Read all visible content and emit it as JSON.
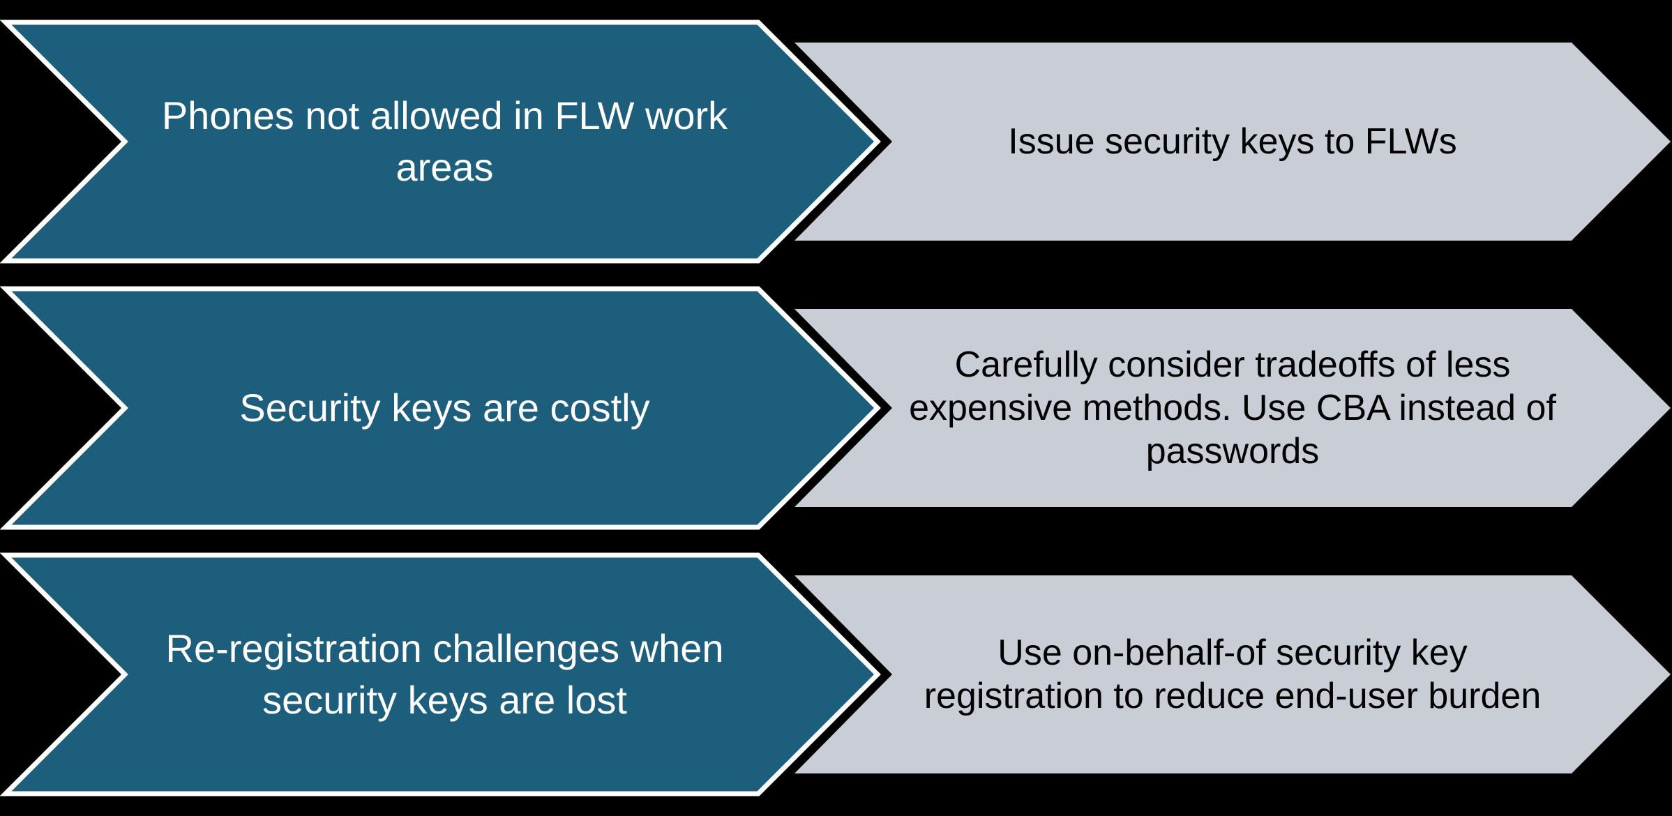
{
  "diagram": {
    "type": "challenge-solution-arrows",
    "colors": {
      "background": "#000000",
      "challenge_fill": "#1E5E7D",
      "challenge_border": "#FFFFFF",
      "challenge_text": "#FFFFFF",
      "solution_fill": "#C9CED6",
      "solution_text": "#000000"
    },
    "rows": [
      {
        "challenge": "Phones not allowed in FLW work\nareas",
        "solution": "Issue security keys to FLWs"
      },
      {
        "challenge": "Security keys are costly",
        "solution": "Carefully consider tradeoffs of less\nexpensive methods. Use CBA instead of\npasswords"
      },
      {
        "challenge": "Re-registration challenges when\nsecurity keys are lost",
        "solution": "Use on-behalf-of security key\nregistration to reduce end-user burden"
      }
    ]
  }
}
